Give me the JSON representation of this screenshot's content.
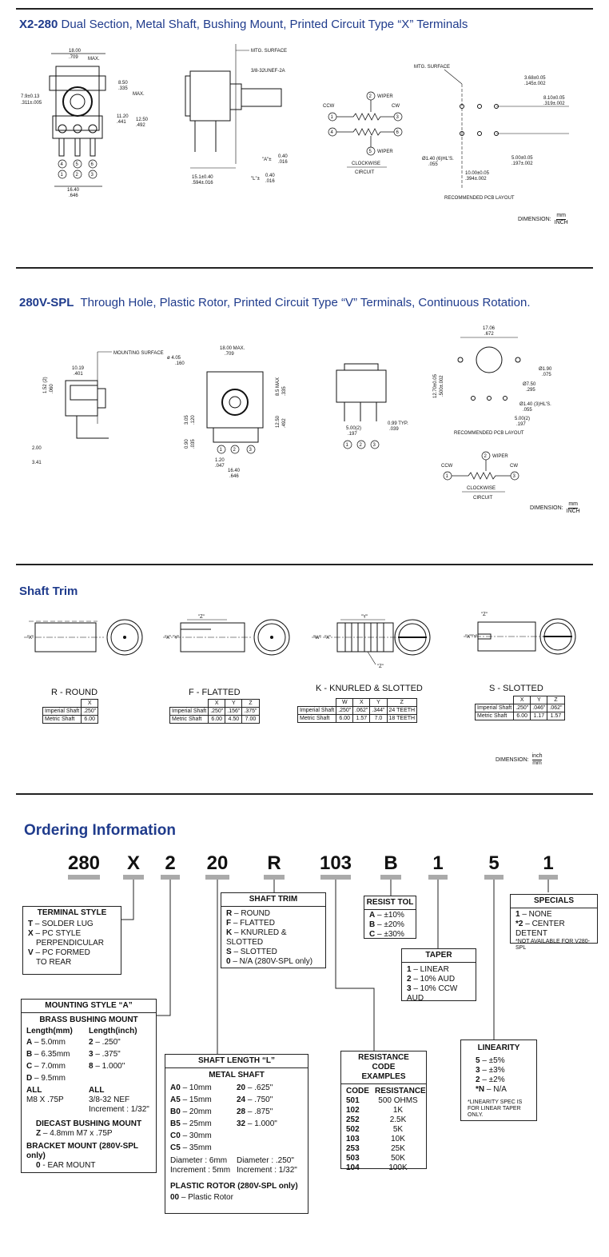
{
  "section1": {
    "model": "X2-280",
    "title": "Dual Section, Metal Shaft, Bushing Mount, Printed Circuit Type “X” Terminals",
    "dims": {
      "w_top_mm": "18.00",
      "w_top_in": ".709",
      "max": "MAX.",
      "h1_mm": "8.50",
      "h1_in": ".335",
      "max2": "MAX.",
      "left_mm": "7.9±0.13",
      "left_in": ".311±.005",
      "h2_mm": "11.20",
      "h2_in": ".441",
      "h3_mm": "12.50",
      "h3_in": ".492",
      "bot_mm": "16.40",
      "bot_in": ".646",
      "mtg": "MTG. SURFACE",
      "thread": "3/8-32UNEF-2A",
      "a_label": "\"A\"±",
      "a_mm": "0.40",
      "a_in": ".016",
      "b_mm": "15.1±0.40",
      "b_in": ".594±.016",
      "l_label": "\"L\"±",
      "l_mm": "0.40",
      "l_in": ".016"
    },
    "circuit": {
      "ccw": "CCW",
      "cw": "CW",
      "wiper": "WIPER",
      "wiper2": "WIPER",
      "cap1": "CLOCKWISE",
      "cap2": "CIRCUIT",
      "n1": "1",
      "n2": "2",
      "n3": "3",
      "n4": "4",
      "n5": "5",
      "n6": "6"
    },
    "pcb": {
      "mtg": "MTG. SURFACE",
      "d1_mm": "3.68±0.05",
      "d1_in": ".145±.002",
      "d2_mm": "8.10±0.05",
      "d2_in": ".319±.002",
      "hole_mm": "Ø1.40 (6)HL'S.",
      "hole_in": ".055",
      "d3_mm": "5.00±0.05",
      "d3_in": ".197±.002",
      "d4_mm": "10.00±0.05",
      "d4_in": ".394±.002",
      "caption": "RECOMMENDED PCB LAYOUT"
    },
    "dimension": {
      "label": "DIMENSION:",
      "num": "mm",
      "den": "INCH"
    }
  },
  "section2": {
    "model": "280V-SPL",
    "title": "Through Hole, Plastic Rotor, Printed Circuit Type “V” Terminals, Continuous Rotation.",
    "dims": {
      "mtg": "MOUNTING SURFACE",
      "w1_mm": "10.19",
      "w1_in": ".401",
      "v1_mm": "1.52 (2)",
      "v1_in": ".060",
      "b1": "2.00",
      "b2": "3.41",
      "dia_mm": "ø 4.05",
      "dia_in": ".160",
      "w2_mm": "18.00 MAX.",
      "w2_in": ".709",
      "v2_mm": "8.5 MAX",
      "v2_in": ".335",
      "v3_mm": "3.05",
      "v3_in": ".120",
      "v4_mm": "12.50",
      "v4_in": ".492",
      "v5_mm": "0.90",
      "v5_in": ".035",
      "p1_mm": "1.20",
      "p1_in": ".047",
      "p2_mm": "16.40",
      "p2_in": ".646",
      "p3_mm": "5.00(2)",
      "p3_in": ".197",
      "t1_mm": "0.99 TYP.",
      "t1_in": ".039",
      "n1": "1",
      "n2": "2",
      "n3": "3"
    },
    "pcb": {
      "w_mm": "17.06",
      "w_in": ".672",
      "h_mm": "12.70±0.05",
      "h_in": ".500±.002",
      "h1_mm": "Ø1.90",
      "h1_in": ".075",
      "h2_mm": "Ø7.50",
      "h2_in": ".295",
      "h3_mm": "Ø1.40 (3)HL'S.",
      "h3_in": ".055",
      "p_mm": "5.00(2)",
      "p_in": ".197",
      "caption": "RECOMMENDED PCB LAYOUT"
    },
    "circuit": {
      "ccw": "CCW",
      "cw": "CW",
      "wiper": "WIPER",
      "cap1": "CLOCKWISE",
      "cap2": "CIRCUIT",
      "n1": "1",
      "n2": "2",
      "n3": "3"
    },
    "dimension": {
      "label": "DIMENSION:",
      "num": "mm",
      "den": "INCH"
    }
  },
  "shaft_trim": {
    "title": "Shaft Trim",
    "round": {
      "label": "R - ROUND",
      "headers": [
        "X"
      ],
      "rows": [
        [
          "Imperial Shaft",
          ".250\""
        ],
        [
          "Metric Shaft",
          "6.00"
        ]
      ]
    },
    "flatted": {
      "label": "F - FLATTED",
      "headers": [
        "X",
        "Y",
        "Z"
      ],
      "rows": [
        [
          "Imperial Shaft",
          ".250\"",
          ".156\"",
          ".375\""
        ],
        [
          "Metric Shaft",
          "6.00",
          "4.50",
          "7.00"
        ]
      ]
    },
    "knurled": {
      "label": "K - KNURLED & SLOTTED",
      "headers": [
        "W",
        "X",
        "Y",
        "Z"
      ],
      "rows": [
        [
          "Imperial Shaft",
          ".250\"",
          ".062\"",
          ".344\"",
          "24 TEETH"
        ],
        [
          "Metric Shaft",
          "6.00",
          "1.57",
          "7.0",
          "18 TEETH"
        ]
      ]
    },
    "slotted": {
      "label": "S - SLOTTED",
      "headers": [
        "X",
        "Y",
        "Z"
      ],
      "rows": [
        [
          "Imperial Shaft",
          ".250\"",
          ".046\"",
          ".062\""
        ],
        [
          "Metric Shaft",
          "6.00",
          "1.17",
          "1.57"
        ]
      ]
    },
    "draw": {
      "x": "\"X\"",
      "y": "\"Y\"",
      "z": "\"Z\"",
      "w": "\"W\""
    },
    "dimension": {
      "label": "DIMENSION:",
      "num": "inch",
      "den": "mm"
    }
  },
  "ordering": {
    "title": "Ordering Information",
    "codes": [
      "280",
      "X",
      "2",
      "20",
      "R",
      "103",
      "B",
      "1",
      "5",
      "1"
    ],
    "terminal": {
      "title": "TERMINAL STYLE",
      "t": "T",
      "t_txt": " – SOLDER LUG",
      "x": "X",
      "x_txt": " – PC STYLE",
      "x_txt2": "PERPENDICULAR",
      "v": "V",
      "v_txt": " – PC FORMED",
      "v_txt2": "TO REAR"
    },
    "mounting": {
      "title": "MOUNTING STYLE “A”",
      "sub": "BRASS BUSHING MOUNT",
      "h1": "Length(mm)",
      "h2": "Length(inch)",
      "rows": [
        [
          "A",
          " – 5.0mm",
          "2",
          " – .250\""
        ],
        [
          "B",
          " – 6.35mm",
          "3",
          " – .375\""
        ],
        [
          "C",
          " – 7.0mm",
          "8",
          " – 1.000\""
        ],
        [
          "D",
          " – 9.5mm",
          "",
          ""
        ]
      ],
      "all": "ALL",
      "all2": "ALL",
      "all_mm": "M8 X .75P",
      "all_in": "3/8-32 NEF",
      "incr": "Increment : 1/32\"",
      "diecast": "DIECAST BUSHING MOUNT",
      "z": "Z",
      "z_txt": " – 4.8mm  M7 x .75P",
      "bracket": "BRACKET MOUNT (280V-SPL only)",
      "ear": "0",
      "ear_txt": "- EAR MOUNT"
    },
    "shaft_trim": {
      "title": "SHAFT TRIM",
      "rows": [
        [
          "R",
          " – ROUND"
        ],
        [
          "F",
          " – FLATTED"
        ],
        [
          "K",
          " – KNURLED & SLOTTED"
        ],
        [
          "S",
          " – SLOTTED"
        ],
        [
          "0",
          " – N/A (280V-SPL only)"
        ]
      ]
    },
    "shaft_len": {
      "title": "SHAFT  LENGTH “L”",
      "sub": "METAL SHAFT",
      "rows": [
        [
          "A0",
          " – 10mm",
          "20",
          " – .625\""
        ],
        [
          "A5",
          " – 15mm",
          "24",
          " – .750\""
        ],
        [
          "B0",
          " – 20mm",
          "28",
          " – .875\""
        ],
        [
          "B5",
          " – 25mm",
          "32",
          " – 1.000\""
        ],
        [
          "C0",
          " – 30mm",
          "",
          ""
        ],
        [
          "C5",
          " – 35mm",
          "",
          ""
        ]
      ],
      "d1": "Diameter : 6mm",
      "d2": "Diameter : .250\"",
      "i1": "Increment : 5mm",
      "i2": "Increment : 1/32\"",
      "plastic": "PLASTIC ROTOR (280V-SPL only)",
      "p": "00",
      "p_txt": " – Plastic Rotor"
    },
    "resist_tol": {
      "title": "RESIST TOL",
      "rows": [
        [
          "A",
          " – ±10%"
        ],
        [
          "B",
          " – ±20%"
        ],
        [
          "C",
          " – ±30%"
        ]
      ]
    },
    "taper": {
      "title": "TAPER",
      "rows": [
        [
          "1",
          " –  LINEAR"
        ],
        [
          "2",
          " –  10% AUD"
        ],
        [
          "3",
          " –  10% CCW AUD"
        ]
      ]
    },
    "resistance": {
      "title": "RESISTANCE CODE EXAMPLES",
      "h1": "CODE",
      "h2": "RESISTANCE",
      "rows": [
        [
          "501",
          "500 OHMS"
        ],
        [
          "102",
          "1K"
        ],
        [
          "252",
          "2.5K"
        ],
        [
          "502",
          "5K"
        ],
        [
          "103",
          "10K"
        ],
        [
          "253",
          "25K"
        ],
        [
          "503",
          "50K"
        ],
        [
          "104",
          "100K"
        ]
      ]
    },
    "linearity": {
      "title": "LINEARITY",
      "rows": [
        [
          "5",
          " – ±5%"
        ],
        [
          "3",
          " – ±3%"
        ],
        [
          "2",
          " – ±2%"
        ],
        [
          "*N",
          " – N/A"
        ]
      ],
      "note": "*LINEARITY SPEC IS FOR LINEAR TAPER ONLY."
    },
    "specials": {
      "title": "SPECIALS",
      "r1": "1",
      "r1_txt": " – NONE",
      "r2": "*2",
      "r2_txt": " – CENTER DETENT",
      "note": "*NOT AVAILABLE FOR V280-SPL"
    }
  }
}
